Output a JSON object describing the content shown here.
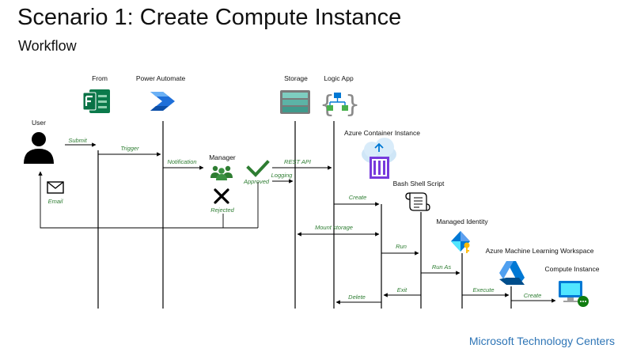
{
  "header": {
    "title": "Scenario 1: Create Compute Instance",
    "subtitle": "Workflow"
  },
  "footer": {
    "brand": "Microsoft Technology Centers"
  },
  "actors": {
    "user": "User",
    "from": "From",
    "power_automate": "Power Automate",
    "manager": "Manager",
    "storage": "Storage",
    "logic_app": "Logic App",
    "aci": "Azure Container Instance",
    "bash": "Bash Shell Script",
    "identity": "Managed Identity",
    "aml": "Azure Machine Learning Workspace",
    "compute": "Compute Instance"
  },
  "messages": {
    "submit": "Submit",
    "trigger": "Trigger",
    "notification": "Notification",
    "approved": "Approved",
    "rejected": "Rejected",
    "email": "Email",
    "rest_api": "REST API",
    "logging": "Logging",
    "create_bash": "Create",
    "mount_storage": "Mount storage",
    "run": "Run",
    "run_as": "Run  As",
    "exit": "Exit",
    "execute": "Execute",
    "delete": "Delete",
    "create_compute": "Create"
  },
  "colors": {
    "label_green": "#2e7d32",
    "footer_blue": "#2e75b6",
    "forms_green": "#0b7a4b",
    "power_automate_blue": "#1e6fd9",
    "storage_teal": "#5cb3a6",
    "azure_blue": "#0078d4",
    "aci_purple": "#773adc"
  }
}
